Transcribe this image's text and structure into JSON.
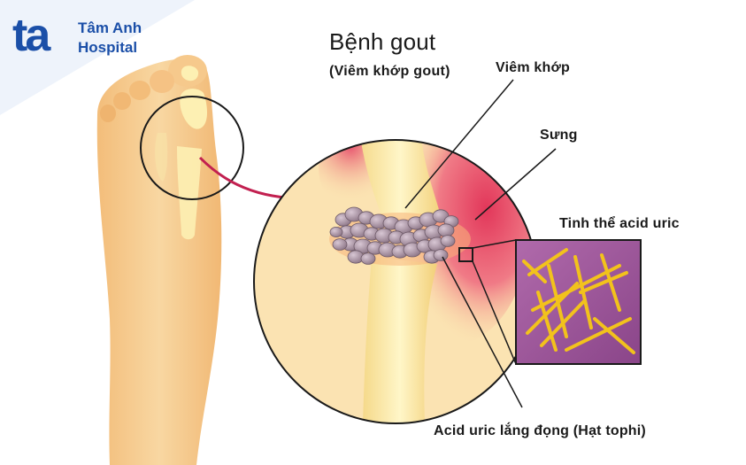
{
  "logo": {
    "mark": "ta",
    "name": "Tâm Anh",
    "sub": "Hospital"
  },
  "title": "Bệnh gout",
  "subtitle": "(Viêm khớp gout)",
  "labels": {
    "inflammation": "Viêm khớp",
    "swelling": "Sưng",
    "crystals": "Tinh thể acid uric",
    "tophi": "Acid uric lắng đọng (Hạt tophi)"
  },
  "colors": {
    "brand": "#1b4fa8",
    "skin": "#f6cf93",
    "bone": "#fdf0b3",
    "inflamed": "#e2375a",
    "crystal_bg": "#a0559a",
    "crystal": "#f2c21c",
    "arrow": "#c22050"
  },
  "icons": [
    "foot-illustration",
    "magnified-joint",
    "crystal-inset",
    "pointer-arrow"
  ]
}
